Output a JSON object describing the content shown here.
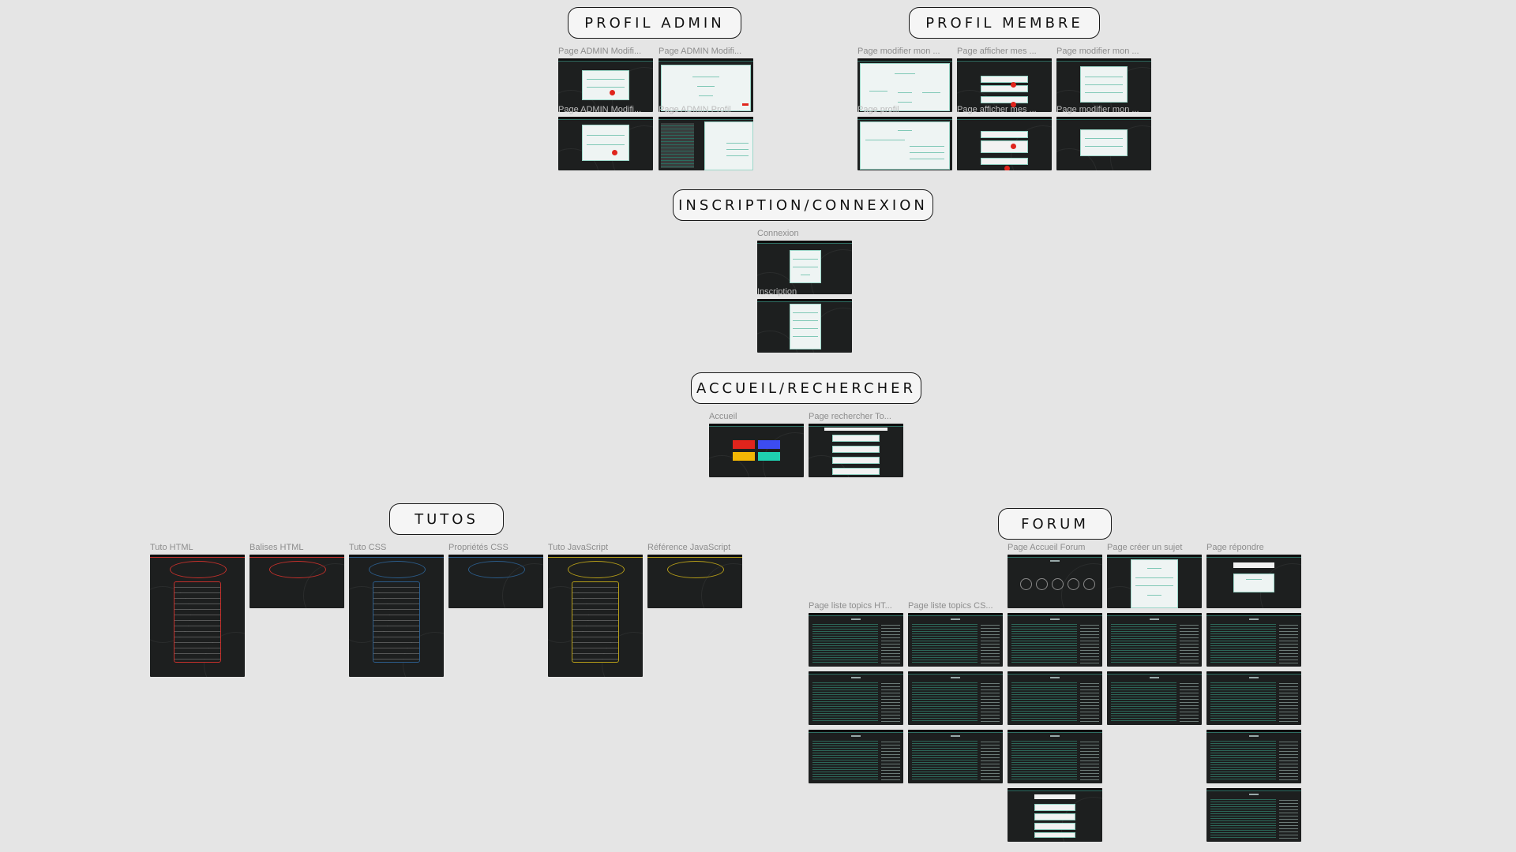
{
  "sections": {
    "profil_admin": "PROFIL ADMIN",
    "profil_membre": "PROFIL MEMBRE",
    "inscription": "INSCRIPTION/CONNEXION",
    "accueil": "ACCUEIL/RECHERCHER",
    "tutos": "TUTOS",
    "forum": "FORUM"
  },
  "frames": {
    "admin": [
      "Page ADMIN Modifi...",
      "Page ADMIN Modifi...",
      "Page ADMIN Modifi...",
      "Page ADMIN Profil"
    ],
    "membre": [
      "Page modifier mon ...",
      "Page  afficher mes ...",
      "Page  modifier mon ...",
      "Page profil",
      "Page  afficher mes ...",
      "Page  modifier mon ..."
    ],
    "inscription": [
      "Connexion",
      "Inscription"
    ],
    "accueil": [
      "Accueil",
      "Page rechercher To..."
    ],
    "tutos": [
      "Tuto HTML",
      "Balises HTML",
      "Tuto CSS",
      "Propriétés CSS",
      "Tuto JavaScript",
      "Référence JavaScript"
    ],
    "forum_top": [
      "Page Accueil Forum",
      "Page créer un sujet",
      "Page  répondre"
    ],
    "forum_lists": [
      "Page liste topics HT...",
      "Page liste topics CS..."
    ]
  },
  "colors": {
    "tuto_html": "#c4302b",
    "tuto_css": "#2b5c8a",
    "tuto_js": "#b59d18",
    "accent": "#2f8f7a",
    "home_red": "#e0241c",
    "home_blue": "#3c4cf0",
    "home_yellow": "#f2b705",
    "home_teal": "#1fd0b0"
  }
}
